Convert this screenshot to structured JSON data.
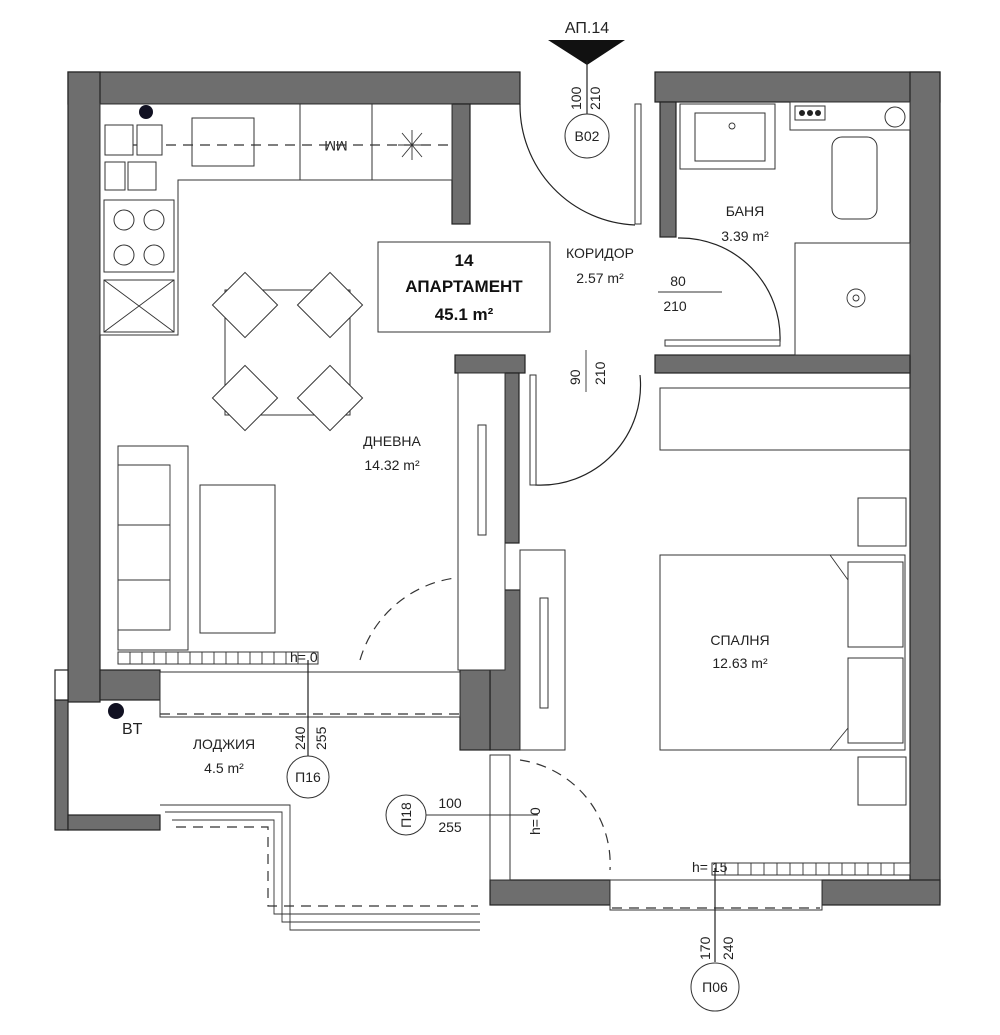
{
  "entrance": {
    "label": "АП.14",
    "door_width": "100",
    "door_height": "210",
    "door_code": "В02"
  },
  "apartment": {
    "number": "14",
    "type": "АПАРТАМЕНТ",
    "area": "45.1 m²"
  },
  "rooms": {
    "bathroom": {
      "name": "БАНЯ",
      "area": "3.39 m²"
    },
    "corridor": {
      "name": "КОРИДОР",
      "area": "2.57 m²"
    },
    "living": {
      "name": "ДНЕВНА",
      "area": "14.32 m²"
    },
    "bedroom": {
      "name": "СПАЛНЯ",
      "area": "12.63 m²"
    },
    "loggia": {
      "name": "ЛОДЖИЯ",
      "area": "4.5 m²"
    }
  },
  "doors": {
    "bathroom": {
      "width": "80",
      "height": "210"
    },
    "bedroom": {
      "width": "90",
      "height": "210"
    }
  },
  "windows": {
    "p16": {
      "code": "П16",
      "width": "240",
      "height": "255",
      "sill": "h= 0"
    },
    "p18": {
      "code": "П18",
      "width": "100",
      "height": "255",
      "sill": "h= 0"
    },
    "p06": {
      "code": "П06",
      "width": "170",
      "height": "240",
      "sill": "h= 15"
    }
  },
  "labels": {
    "vt": "BT"
  }
}
